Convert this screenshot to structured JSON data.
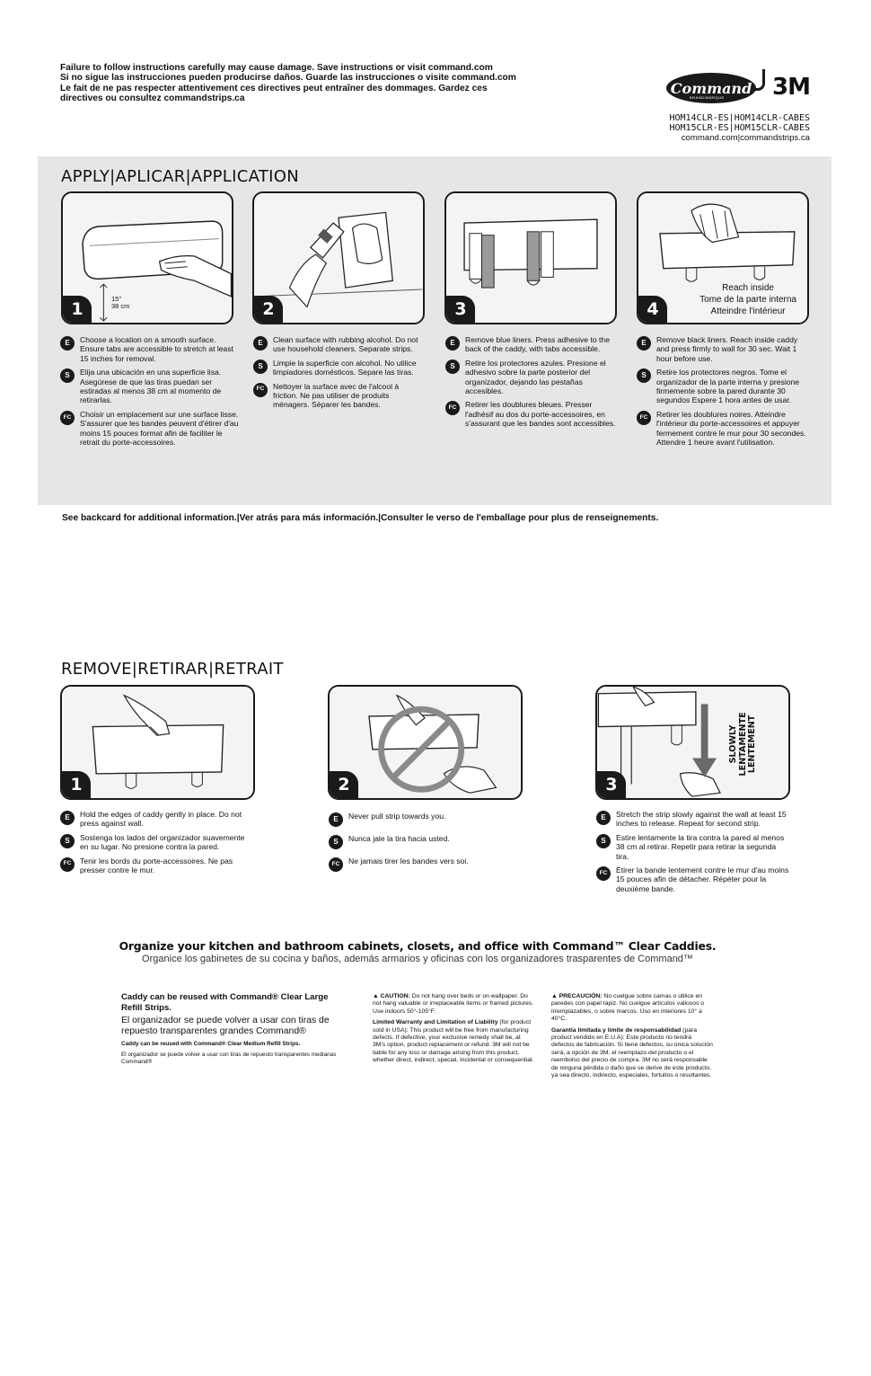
{
  "header": {
    "warnings": [
      "Failure to follow instructions carefully may cause damage. Save instructions or visit command.com",
      "Si no sigue las instrucciones pueden producirse daños. Guarde las instrucciones o visite command.com",
      "Le fait de ne pas respecter attentivement ces directives peut entraîner des dommages. Gardez ces",
      "directives ou consultez commandstrips.ca"
    ],
    "brand": "Command",
    "brand_sub": "BRAND/MARQUE",
    "brand_3m": "3M",
    "sku_1": "HOM14CLR-ES|HOM14CLR-CABES",
    "sku_2": "HOM15CLR-ES|HOM15CLR-CABES",
    "websites": "command.com|commandstrips.ca"
  },
  "apply": {
    "title": "APPLY|APLICAR|APPLICATION",
    "measure_in": "15\"",
    "measure_cm": "38 cm",
    "reach": [
      "Reach inside",
      "Tome de la parte interna",
      "Atteindre l'intérieur"
    ],
    "steps": [
      {
        "num": "1",
        "en": "Choose a location on a smooth surface. Ensure tabs are accessible to stretch at least 15 inches for removal.",
        "es": "Elija una ubicación en una superficie lisa. Asegúrese de que las tiras puedan ser estiradas al menos 38 cm al momento de retirarlas.",
        "fc": "Choisir un emplacement sur une surface lisse. S'assurer que les bandes peuvent d'étirer d'au moins 15 pouces format afin de faciliter le retrait du porte-accessoires."
      },
      {
        "num": "2",
        "en": "Clean surface with rubbing alcohol. Do not use household cleaners. Separate strips.",
        "es": "Limpie la superficie con alcohol. No utilice limpiadores domésticos. Separe las tiras.",
        "fc": "Nettoyer la surface avec de l'alcool à friction. Ne pas utiliser de produits ménagers. Séparer les bandes."
      },
      {
        "num": "3",
        "en": "Remove blue liners. Press adhesive to the back of the caddy, with tabs accessible.",
        "es": "Retire los protectores azules. Presione el adhesivo sobre la parte posterior del organizador, dejando las pestañas accesibles.",
        "fc": "Retirer les doublures bleues. Presser l'adhésif au dos du porte-accessoires, en s'assurant que les bandes sont accessibles."
      },
      {
        "num": "4",
        "en": "Remove black liners. Reach inside caddy and press firmly to wall for 30 sec. Wait 1 hour before use.",
        "es": "Retire los protectores negros. Tome el organizador de la parte interna y presione firmemente sobre la pared durante 30 segundos Espere 1 hora antes de usar.",
        "fc": "Retirer les doublures noires. Atteindre l'intérieur du porte-accessoires et appuyer fermement contre le mur pour 30 secondes. Attendre 1 heure avant l'utilisation."
      }
    ]
  },
  "backcard": "See backcard for additional information.|Ver atrás para más información.|Consulter le verso de l'emballage pour plus de renseignements.",
  "remove": {
    "title": "REMOVE|RETIRAR|RETRAIT",
    "slowly": [
      "SLOWLY",
      "LENTAMENTE",
      "LENTEMENT"
    ],
    "steps": [
      {
        "num": "1",
        "en": "Hold the edges of caddy gently in place. Do not press against wall.",
        "es": "Sostenga los lados del organizador suavemente en su lugar. No presione contra la pared.",
        "fc": "Tenir les bords du porte-accessoires. Ne pas presser contre le mur."
      },
      {
        "num": "2",
        "en": "Never pull strip towards you.",
        "es": "Nunca jale la tira hacia usted.",
        "fc": "Ne jamais tirer les bandes vers soi."
      },
      {
        "num": "3",
        "en": "Stretch the strip slowly against the wall at least 15 inches to release. Repeat for second strip.",
        "es": "Estire lentamente la tira contra la pared al menos 38 cm al retirar. Repetir para retirar la segunda tira.",
        "fc": "Étirer la bande lentement contre le mur d'au moins 15 pouces afin de détacher. Répéter pour la deuxième bande."
      }
    ]
  },
  "badges": {
    "en": "E",
    "es": "S",
    "fc": "FC"
  },
  "organize": {
    "line1": "Organize your kitchen and bathroom cabinets, closets, and office with Command™ Clear Caddies.",
    "line2": "Organice los gabinetes de su cocina y baños, además armarios y oficinas con los organizadores trasparentes de Command™"
  },
  "reuse": {
    "l1": "Caddy can be reused with Command® Clear Large Refill Strips.",
    "l2": "El organizador se puede volver a usar con tiras de repuesto transparentes grandes Command®",
    "l3": "Caddy can be reused with Command® Clear Medium Refill Strips.",
    "l4": "El organizador se puede volver a usar con tiras de repuesto transparentes medianas Command®"
  },
  "legal_en": {
    "caution_head": "▲ CAUTION:",
    "caution": " Do not hang over beds or on wallpaper. Do not hang valuable or irreplaceable items or framed pictures. Use indoors 50°-105°F.",
    "warranty_head": "Limited Warranty and Limitation of Liability",
    "warranty": " (for product sold in USA): This product will be free from manufacturing defects. If defective, your exclusive remedy shall be, at 3M's option, product replacement or refund. 3M will not be liable for any loss or damage arising from this product, whether direct, indirect, special, incidental or consequential."
  },
  "legal_es": {
    "caution_head": "▲ PRECAUCIÓN:",
    "caution": " No cuelgue sobre camas o utilice en paredes con papel tapiz. No cuelgue artículos valiosos o irremplazables, o sobre marcos. Uso en interiores 10° a 40°C.",
    "warranty_head": "Garantía limitada y límite de responsabilidad",
    "warranty": " (para product vendido en E.U.A): Este producto no tendrá defectos de fabricación. Si tiene defectos, su única solución será, a opción de 3M, el reemplazo del producto o el reembolso del precio de compra. 3M no será responsable de ninguna pérdida o daño que se derive de este producto, ya sea directo, indirecto, especiales, fortuitos o resultantes."
  }
}
